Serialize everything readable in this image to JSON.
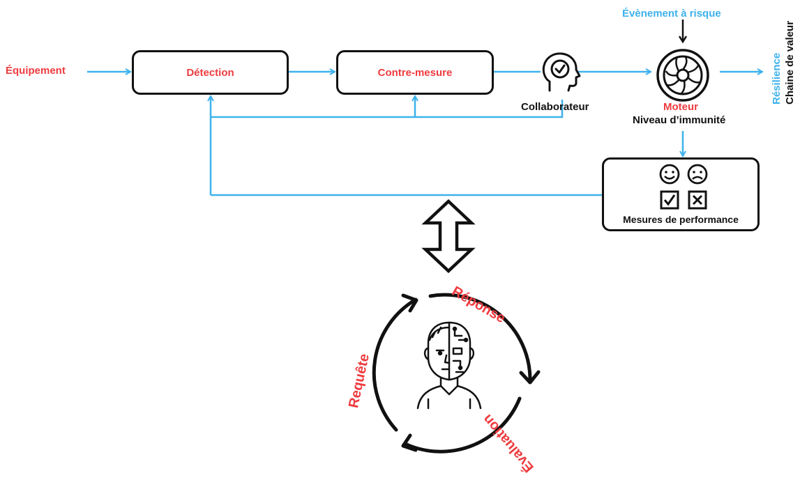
{
  "flow": {
    "input_label": "Équipement",
    "detection_label": "Détection",
    "countermeasure_label": "Contre-mesure",
    "collaborator_label": "Collaborateur",
    "risk_event_label": "Évènement à risque",
    "engine_label": "Moteur",
    "immunity_label": "Niveau d’immunité",
    "resilience_label": "Résilience",
    "value_chain_label": "Chaine de valeur",
    "performance_label": "Mesures de performance"
  },
  "cycle": {
    "response_label": "Réponse",
    "evaluation_label": "Évaluation",
    "request_label": "Requête"
  },
  "colors": {
    "red": "#ee3b3f",
    "blue": "#3db2ec",
    "black": "#111111"
  },
  "icons": {
    "collaborator": "head-check-icon",
    "engine": "turbine-icon",
    "happy": "happy-face-icon",
    "sad": "sad-face-icon",
    "check": "check-box-icon",
    "cross": "cross-box-icon",
    "bidirectional": "double-arrow-icon",
    "human_ai": "human-robot-face-icon"
  }
}
